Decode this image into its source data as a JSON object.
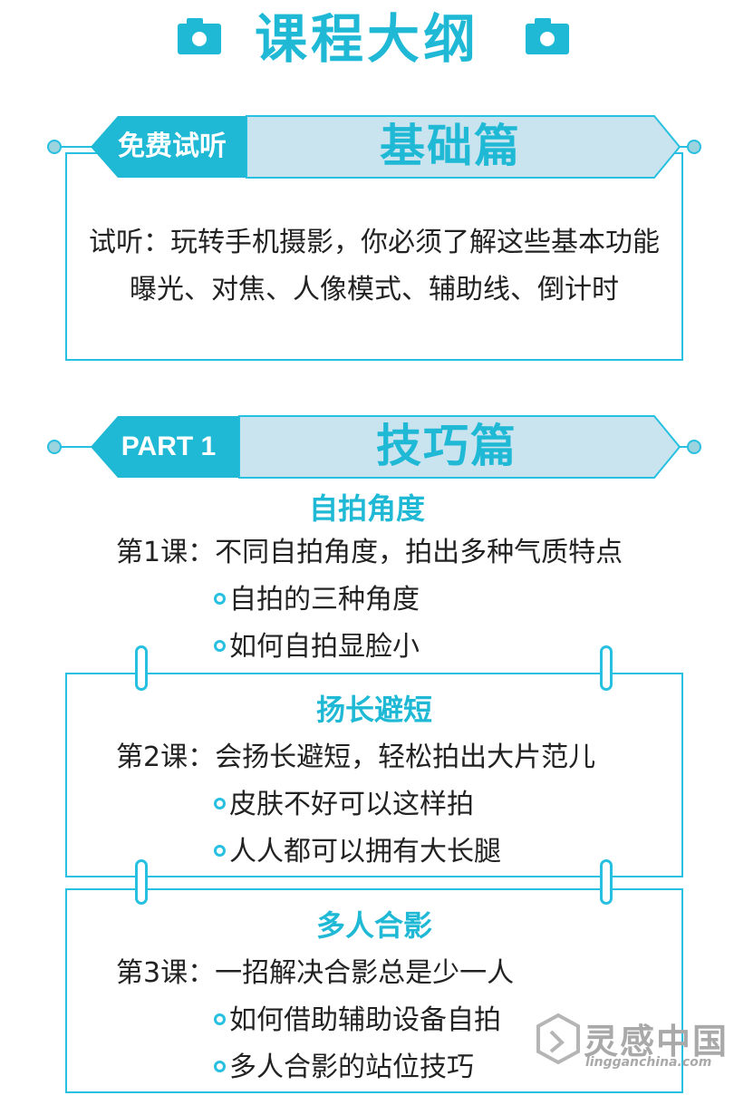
{
  "title": "课程大纲",
  "colors": {
    "accent": "#1fb9d6",
    "banner_light": "#c9e4ef",
    "border": "#28c0e0"
  },
  "section_basic": {
    "tag": "免费试听",
    "name": "基础篇",
    "lines": [
      "试听：玩转手机摄影，你必须了解这些基本功能",
      "曝光、对焦、人像模式、辅助线、倒计时"
    ]
  },
  "section_part1": {
    "tag": "PART 1",
    "name": "技巧篇"
  },
  "topics": [
    {
      "heading": "自拍角度",
      "lesson": "第1课：不同自拍角度，拍出多种气质特点",
      "bullets": [
        "自拍的三种角度",
        "如何自拍显脸小"
      ]
    },
    {
      "heading": "扬长避短",
      "lesson": "第2课：会扬长避短，轻松拍出大片范儿",
      "bullets": [
        "皮肤不好可以这样拍",
        "人人都可以拥有大长腿"
      ]
    },
    {
      "heading": "多人合影",
      "lesson": "第3课：一招解决合影总是少一人",
      "bullets": [
        "如何借助辅助设备自拍",
        "多人合影的站位技巧"
      ]
    }
  ],
  "watermark": {
    "text": "灵感中国",
    "url": "lingganchina.com",
    "icon": "logo-icon"
  }
}
